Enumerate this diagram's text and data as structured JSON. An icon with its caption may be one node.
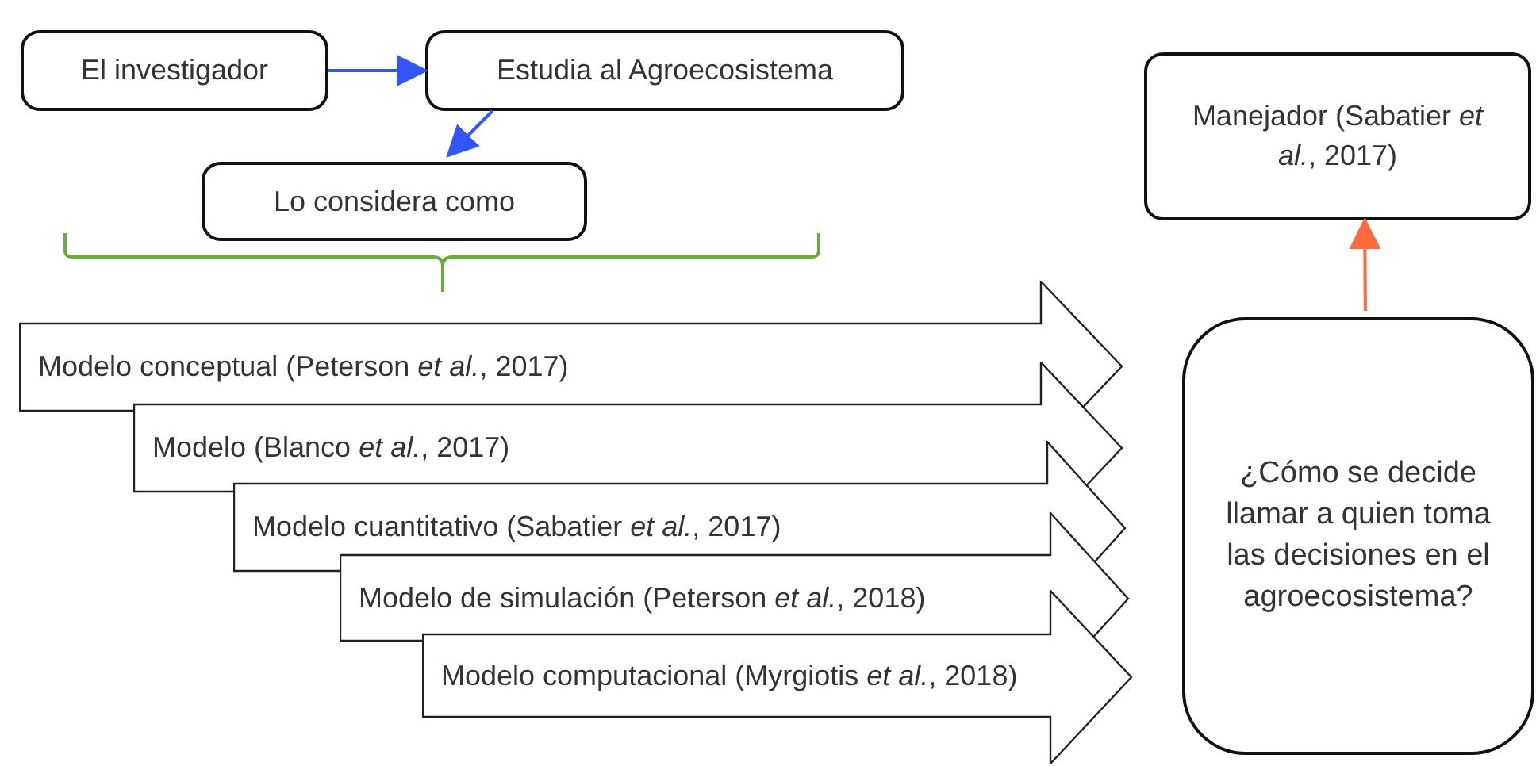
{
  "diagram": {
    "nodes": [
      {
        "text": [
          "El investigador"
        ]
      },
      {
        "text": [
          "Estudia al Agroecosistema"
        ]
      },
      {
        "text": [
          "Lo considera como"
        ]
      },
      {
        "text": [
          "Modelo conceptual (Peterson *et al.*, 2017)"
        ]
      },
      {
        "text": [
          "Modelo (Blanco *et al.*, 2017)"
        ]
      },
      {
        "text": [
          "Modelo cuantitativo (Sabatier *et al.*, 2017)"
        ]
      },
      {
        "text": [
          "Modelo de simulación (Peterson *et al.*, 2018)"
        ]
      },
      {
        "text": [
          "Modelo computacional (Myrgiotis *et al.*, 2018)"
        ]
      },
      {
        "text": [
          "Manejador (Sabatier *et al.*, 2017)"
        ]
      },
      {
        "text": [
          "¿Cómo se decide llamar a quien toma las decisiones en el agroecosistema?"
        ]
      }
    ],
    "edges": [
      {
        "from": 0,
        "to": 1,
        "arrow": "to"
      },
      {
        "from": 1,
        "to": 2,
        "arrow": "to"
      },
      {
        "from": 9,
        "to": 8,
        "arrow": "to",
        "color": "#ff6a3d"
      }
    ]
  }
}
